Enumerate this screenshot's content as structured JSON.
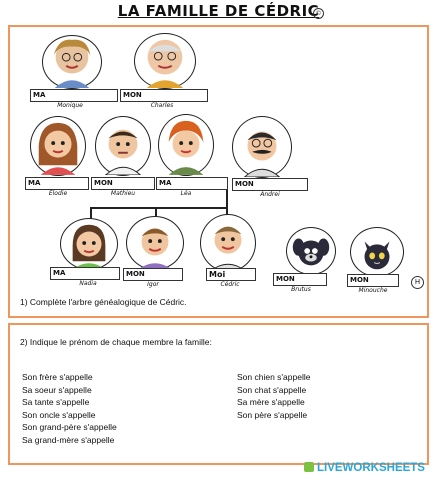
{
  "title": "LA FAMILLE DE CÉDRIC",
  "title_mark": "©",
  "tree": {
    "grandparents": [
      {
        "box": "MA",
        "name": "Monique",
        "icon": "grandmother-portrait-icon"
      },
      {
        "box": "MON",
        "name": "Charles",
        "icon": "grandfather-portrait-icon"
      }
    ],
    "parents": [
      {
        "box": "MA",
        "name": "Élodie",
        "icon": "aunt-portrait-icon"
      },
      {
        "box": "MON",
        "name": "Mathieu",
        "icon": "uncle-portrait-icon"
      },
      {
        "box": "MA",
        "name": "Léa",
        "icon": "mother-portrait-icon"
      },
      {
        "box": "MON",
        "name": "Andrei",
        "icon": "father-portrait-icon"
      }
    ],
    "children": [
      {
        "box": "MA",
        "name": "Nadia",
        "icon": "sister-portrait-icon"
      },
      {
        "box": "MON",
        "name": "Igor",
        "icon": "brother-portrait-icon"
      },
      {
        "box": "",
        "name": "Cédric",
        "icon": "cedric-portrait-icon"
      }
    ],
    "pets": [
      {
        "box": "MON",
        "name": "Brutus",
        "icon": "dog-portrait-icon"
      },
      {
        "box": "MON",
        "name": "Minouche",
        "icon": "cat-portrait-icon"
      }
    ],
    "cedric_label": "Moi",
    "instruction": "1) Complète l'arbre généalogique de Cédric."
  },
  "exercise": {
    "instruction": "2) Indique le prénom de chaque membre la famille:",
    "left_sentences": [
      "Son frère s'appelle",
      "Sa soeur s'appelle",
      "Sa tante s'appelle",
      "Son oncle s'appelle",
      "Son grand-père s'appelle",
      "Sa grand-mère s'appelle"
    ],
    "right_sentences": [
      "Son chien s'appelle",
      "Son chat s'appelle",
      "Sa mère s'appelle",
      "Son père s'appelle"
    ]
  },
  "footer": {
    "logo": "LIVEWORKSHEETS"
  },
  "colors": {
    "frame": "#f0955c",
    "logo": "#2aa7d8",
    "logo_icon": "#7cc142"
  }
}
